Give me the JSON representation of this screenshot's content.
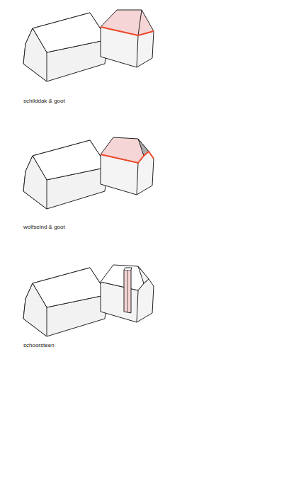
{
  "diagram": {
    "labels": [
      "schilddak & goot",
      "wolfseind & goot",
      "schoorsteen"
    ]
  }
}
